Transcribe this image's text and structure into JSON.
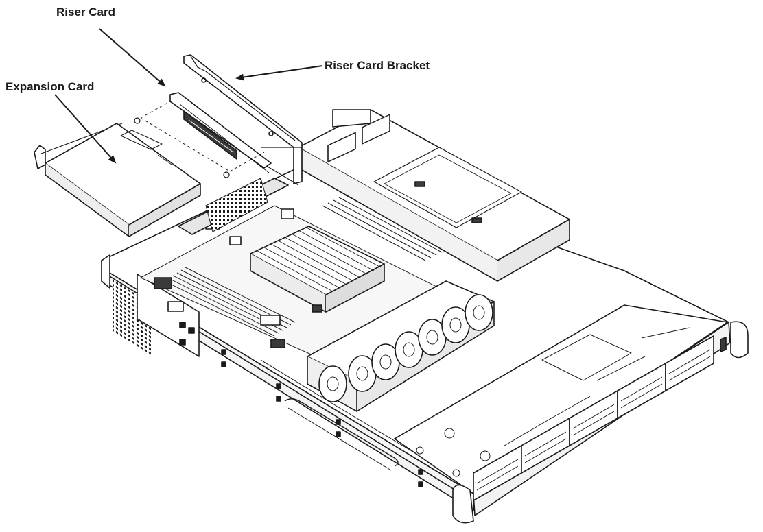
{
  "labels": {
    "riser_card": "Riser Card",
    "expansion_card": "Expansion Card",
    "riser_card_bracket": "Riser Card Bracket"
  },
  "colors": {
    "line": "#1a1a1a",
    "fill": "#ffffff",
    "shade": "#e6e6e6",
    "dark": "#3a3a3a"
  }
}
